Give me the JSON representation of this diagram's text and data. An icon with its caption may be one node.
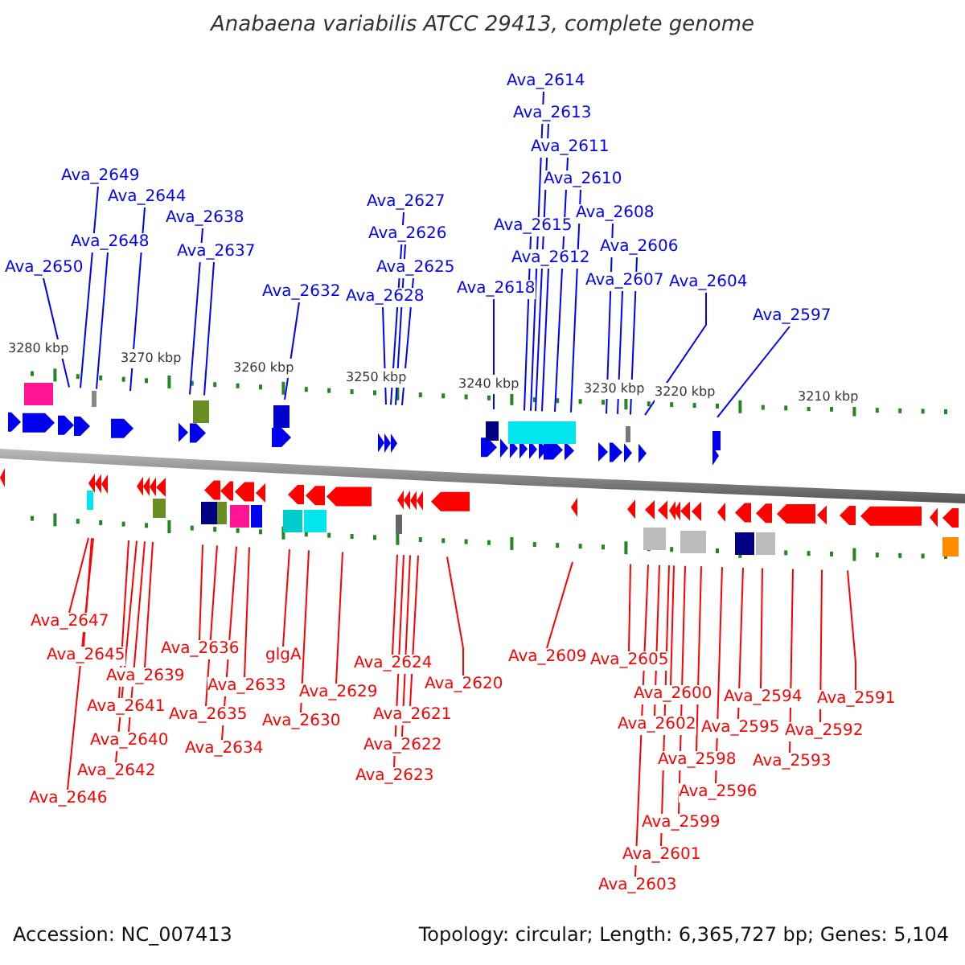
{
  "diagram": {
    "title": "Anabaena variabilis ATCC 29413, complete genome",
    "nodes": [
      {
        "text": [
          "Ava_2650"
        ]
      },
      {
        "text": [
          "Ava_2649"
        ]
      },
      {
        "text": [
          "Ava_2648"
        ]
      },
      {
        "text": [
          "Ava_2644"
        ]
      },
      {
        "text": [
          "Ava_2638"
        ]
      },
      {
        "text": [
          "Ava_2637"
        ]
      },
      {
        "text": [
          "Ava_2632"
        ]
      },
      {
        "text": [
          "Ava_2628"
        ]
      },
      {
        "text": [
          "Ava_2627"
        ]
      },
      {
        "text": [
          "Ava_2626"
        ]
      },
      {
        "text": [
          "Ava_2625"
        ]
      },
      {
        "text": [
          "Ava_2618"
        ]
      },
      {
        "text": [
          "Ava_2615"
        ]
      },
      {
        "text": [
          "Ava_2614"
        ]
      },
      {
        "text": [
          "Ava_2613"
        ]
      },
      {
        "text": [
          "Ava_2612"
        ]
      },
      {
        "text": [
          "Ava_2611"
        ]
      },
      {
        "text": [
          "Ava_2610"
        ]
      },
      {
        "text": [
          "Ava_2608"
        ]
      },
      {
        "text": [
          "Ava_2607"
        ]
      },
      {
        "text": [
          "Ava_2606"
        ]
      },
      {
        "text": [
          "Ava_2604"
        ]
      },
      {
        "text": [
          "Ava_2597"
        ]
      },
      {
        "text": [
          "Ava_2647"
        ]
      },
      {
        "text": [
          "Ava_2645"
        ]
      },
      {
        "text": [
          "Ava_2636"
        ]
      },
      {
        "text": [
          "glgA"
        ]
      },
      {
        "text": [
          "Ava_2609"
        ]
      },
      {
        "text": [
          "Ava_2605"
        ]
      },
      {
        "text": [
          "Ava_2624"
        ]
      },
      {
        "text": [
          "Ava_2639"
        ]
      },
      {
        "text": [
          "Ava_2620"
        ]
      },
      {
        "text": [
          "Ava_2633"
        ]
      },
      {
        "text": [
          "Ava_2629"
        ]
      },
      {
        "text": [
          "Ava_2600"
        ]
      },
      {
        "text": [
          "Ava_2594"
        ]
      },
      {
        "text": [
          "Ava_2591"
        ]
      },
      {
        "text": [
          "Ava_2641"
        ]
      },
      {
        "text": [
          "Ava_2621"
        ]
      },
      {
        "text": [
          "Ava_2635"
        ]
      },
      {
        "text": [
          "Ava_2630"
        ]
      },
      {
        "text": [
          "Ava_2602"
        ]
      },
      {
        "text": [
          "Ava_2595"
        ]
      },
      {
        "text": [
          "Ava_2592"
        ]
      },
      {
        "text": [
          "Ava_2640"
        ]
      },
      {
        "text": [
          "Ava_2622"
        ]
      },
      {
        "text": [
          "Ava_2634"
        ]
      },
      {
        "text": [
          "Ava_2598"
        ]
      },
      {
        "text": [
          "Ava_2593"
        ]
      },
      {
        "text": [
          "Ava_2642"
        ]
      },
      {
        "text": [
          "Ava_2623"
        ]
      },
      {
        "text": [
          "Ava_2596"
        ]
      },
      {
        "text": [
          "Ava_2646"
        ]
      },
      {
        "text": [
          "Ava_2599"
        ]
      },
      {
        "text": [
          "Ava_2601"
        ]
      },
      {
        "text": [
          "Ava_2603"
        ]
      }
    ],
    "edges": [
      {
        "from": 0,
        "to": null,
        "arrow": "none",
        "color": "#0000ff"
      },
      {
        "from": 1,
        "to": null,
        "arrow": "none",
        "color": "#0000ff"
      },
      {
        "from": 2,
        "to": null,
        "arrow": "none",
        "color": "#0000ff"
      },
      {
        "from": 3,
        "to": null,
        "arrow": "none",
        "color": "#0000ff"
      },
      {
        "from": 4,
        "to": null,
        "arrow": "none",
        "color": "#0000ff"
      },
      {
        "from": 5,
        "to": null,
        "arrow": "none",
        "color": "#0000ff"
      },
      {
        "from": 6,
        "to": null,
        "arrow": "none",
        "color": "#0000ff"
      },
      {
        "from": 7,
        "to": null,
        "arrow": "none",
        "color": "#0000ff"
      },
      {
        "from": 8,
        "to": null,
        "arrow": "none",
        "color": "#0000ff"
      },
      {
        "from": 9,
        "to": null,
        "arrow": "none",
        "color": "#0000ff"
      },
      {
        "from": 10,
        "to": null,
        "arrow": "none",
        "color": "#0000ff"
      },
      {
        "from": 11,
        "to": null,
        "arrow": "none",
        "color": "#0000ff"
      },
      {
        "from": 12,
        "to": null,
        "arrow": "none",
        "color": "#0000ff"
      },
      {
        "from": 13,
        "to": null,
        "arrow": "none",
        "color": "#0000ff"
      },
      {
        "from": 14,
        "to": null,
        "arrow": "none",
        "color": "#0000ff"
      },
      {
        "from": 15,
        "to": null,
        "arrow": "none",
        "color": "#0000ff"
      },
      {
        "from": 16,
        "to": null,
        "arrow": "none",
        "color": "#0000ff"
      },
      {
        "from": 17,
        "to": null,
        "arrow": "none",
        "color": "#0000ff"
      },
      {
        "from": 18,
        "to": null,
        "arrow": "none",
        "color": "#0000ff"
      },
      {
        "from": 19,
        "to": null,
        "arrow": "none",
        "color": "#0000ff"
      },
      {
        "from": 20,
        "to": null,
        "arrow": "none",
        "color": "#0000ff"
      },
      {
        "from": 21,
        "to": null,
        "arrow": "none",
        "color": "#0000ff"
      },
      {
        "from": 22,
        "to": null,
        "arrow": "none",
        "color": "#0000ff"
      },
      {
        "from": 23,
        "to": null,
        "arrow": "none"
      },
      {
        "from": 24,
        "to": null,
        "arrow": "none"
      },
      {
        "from": 25,
        "to": null,
        "arrow": "none"
      },
      {
        "from": 26,
        "to": null,
        "arrow": "none"
      },
      {
        "from": 27,
        "to": null,
        "arrow": "none"
      },
      {
        "from": 28,
        "to": null,
        "arrow": "none"
      },
      {
        "from": 29,
        "to": null,
        "arrow": "none"
      },
      {
        "from": 30,
        "to": null,
        "arrow": "none"
      },
      {
        "from": 31,
        "to": null,
        "arrow": "none"
      },
      {
        "from": 32,
        "to": null,
        "arrow": "none"
      },
      {
        "from": 33,
        "to": null,
        "arrow": "none"
      },
      {
        "from": 34,
        "to": null,
        "arrow": "none"
      },
      {
        "from": 35,
        "to": null,
        "arrow": "none"
      },
      {
        "from": 36,
        "to": null,
        "arrow": "none"
      },
      {
        "from": 37,
        "to": null,
        "arrow": "none"
      },
      {
        "from": 38,
        "to": null,
        "arrow": "none"
      },
      {
        "from": 39,
        "to": null,
        "arrow": "none"
      },
      {
        "from": 40,
        "to": null,
        "arrow": "none"
      },
      {
        "from": 41,
        "to": null,
        "arrow": "none"
      },
      {
        "from": 42,
        "to": null,
        "arrow": "none"
      },
      {
        "from": 43,
        "to": null,
        "arrow": "none"
      },
      {
        "from": 44,
        "to": null,
        "arrow": "none"
      },
      {
        "from": 45,
        "to": null,
        "arrow": "none"
      },
      {
        "from": 46,
        "to": null,
        "arrow": "none"
      },
      {
        "from": 47,
        "to": null,
        "arrow": "none"
      },
      {
        "from": 48,
        "to": null,
        "arrow": "none"
      },
      {
        "from": 49,
        "to": null,
        "arrow": "none"
      },
      {
        "from": 50,
        "to": null,
        "arrow": "none"
      },
      {
        "from": 51,
        "to": null,
        "arrow": "none"
      },
      {
        "from": 52,
        "to": null,
        "arrow": "none"
      },
      {
        "from": 53,
        "to": null,
        "arrow": "none"
      },
      {
        "from": 54,
        "to": null,
        "arrow": "none"
      },
      {
        "from": 55,
        "to": null,
        "arrow": "none"
      }
    ],
    "labels": [
      "3280 kbp",
      "3270 kbp",
      "3260 kbp",
      "3250 kbp",
      "3240 kbp",
      "3230 kbp",
      "3220 kbp",
      "3210 kbp",
      "Accession: NC_007413",
      "Topology: circular; Length: 6,365,727 bp; Genes: 5,104"
    ]
  }
}
